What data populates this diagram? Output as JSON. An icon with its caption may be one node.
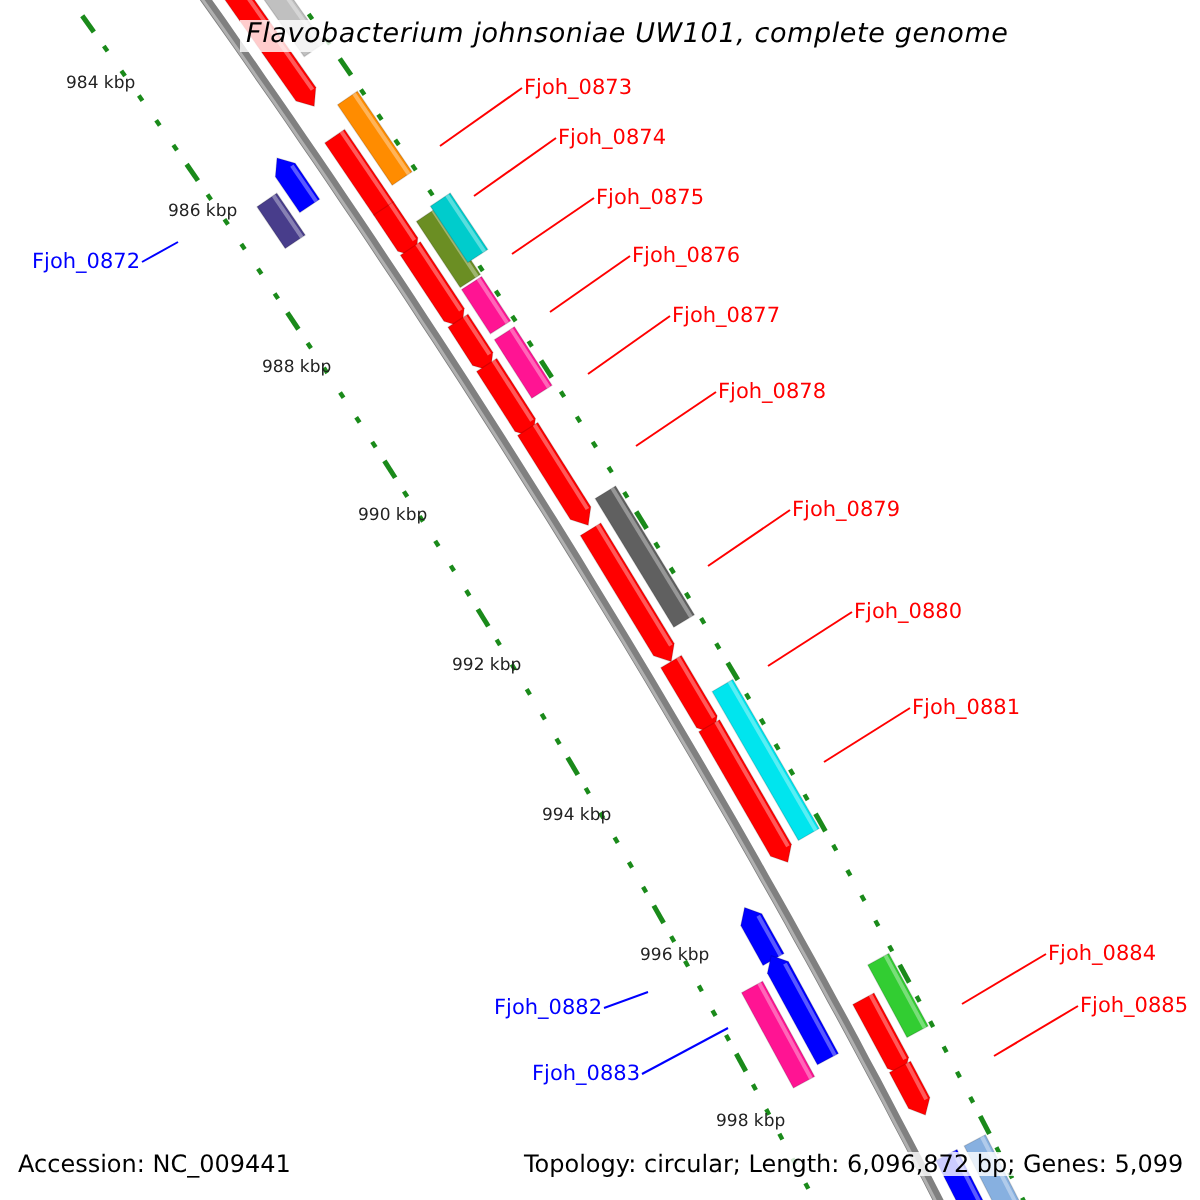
{
  "diagram": {
    "title": "Flavobacterium johnsoniae UW101, complete genome",
    "nodes": [
      {
        "text": [
          "Fjoh_0872"
        ]
      },
      {
        "text": [
          "Fjoh_0873"
        ]
      },
      {
        "text": [
          "Fjoh_0874"
        ]
      },
      {
        "text": [
          "Fjoh_0875"
        ]
      },
      {
        "text": [
          "Fjoh_0876"
        ]
      },
      {
        "text": [
          "Fjoh_0877"
        ]
      },
      {
        "text": [
          "Fjoh_0878"
        ]
      },
      {
        "text": [
          "Fjoh_0879"
        ]
      },
      {
        "text": [
          "Fjoh_0880"
        ]
      },
      {
        "text": [
          "Fjoh_0881"
        ]
      },
      {
        "text": [
          "Fjoh_0882"
        ]
      },
      {
        "text": [
          "Fjoh_0883"
        ]
      },
      {
        "text": [
          "Fjoh_0884"
        ]
      },
      {
        "text": [
          "Fjoh_0885"
        ]
      }
    ],
    "edges": [
      {
        "from": 0,
        "to": null,
        "arrow": "none",
        "color": "#0000ff"
      },
      {
        "from": 1,
        "to": null,
        "arrow": "none"
      },
      {
        "from": 2,
        "to": null,
        "arrow": "none"
      },
      {
        "from": 3,
        "to": null,
        "arrow": "none"
      },
      {
        "from": 4,
        "to": null,
        "arrow": "none"
      },
      {
        "from": 5,
        "to": null,
        "arrow": "none"
      },
      {
        "from": 6,
        "to": null,
        "arrow": "none"
      },
      {
        "from": 7,
        "to": null,
        "arrow": "none"
      },
      {
        "from": 8,
        "to": null,
        "arrow": "none"
      },
      {
        "from": 9,
        "to": null,
        "arrow": "none"
      },
      {
        "from": 10,
        "to": null,
        "arrow": "none",
        "color": "#0000ff"
      },
      {
        "from": 11,
        "to": null,
        "arrow": "none",
        "color": "#0000ff"
      },
      {
        "from": 12,
        "to": null,
        "arrow": "none"
      },
      {
        "from": 13,
        "to": null,
        "arrow": "none"
      }
    ],
    "labels": [
      "984 kbp",
      "986 kbp",
      "988 kbp",
      "990 kbp",
      "992 kbp",
      "994 kbp",
      "996 kbp",
      "998 kbp",
      "Accession: NC_009441",
      "Topology: circular; Length: 6,096,872 bp; Genes: 5,099"
    ]
  }
}
